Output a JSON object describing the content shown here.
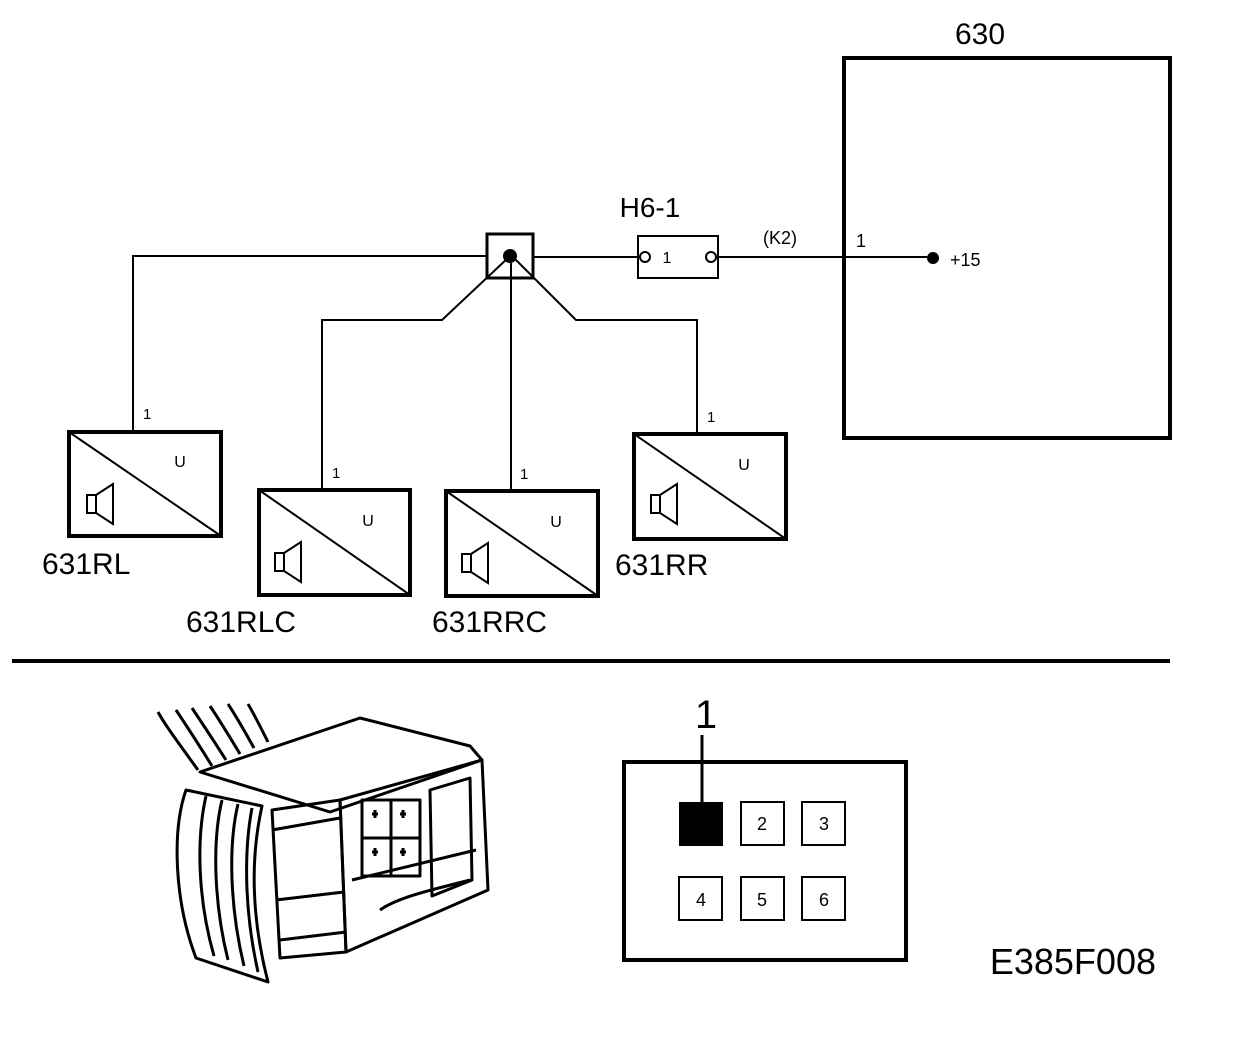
{
  "module": {
    "label": "630",
    "pin": "1",
    "supply": "+15"
  },
  "connector_h6": {
    "label": "H6-1",
    "pin": "1",
    "wire_code": "(K2)"
  },
  "speakers": [
    {
      "label": "631RL",
      "pin": "1",
      "tag": "U"
    },
    {
      "label": "631RLC",
      "pin": "1",
      "tag": "U"
    },
    {
      "label": "631RRC",
      "pin": "1",
      "tag": "U"
    },
    {
      "label": "631RR",
      "pin": "1",
      "tag": "U"
    }
  ],
  "pin_view": {
    "callout": "1",
    "cavities": [
      "2",
      "3",
      "4",
      "5",
      "6"
    ]
  },
  "figure_code": "E385F008"
}
